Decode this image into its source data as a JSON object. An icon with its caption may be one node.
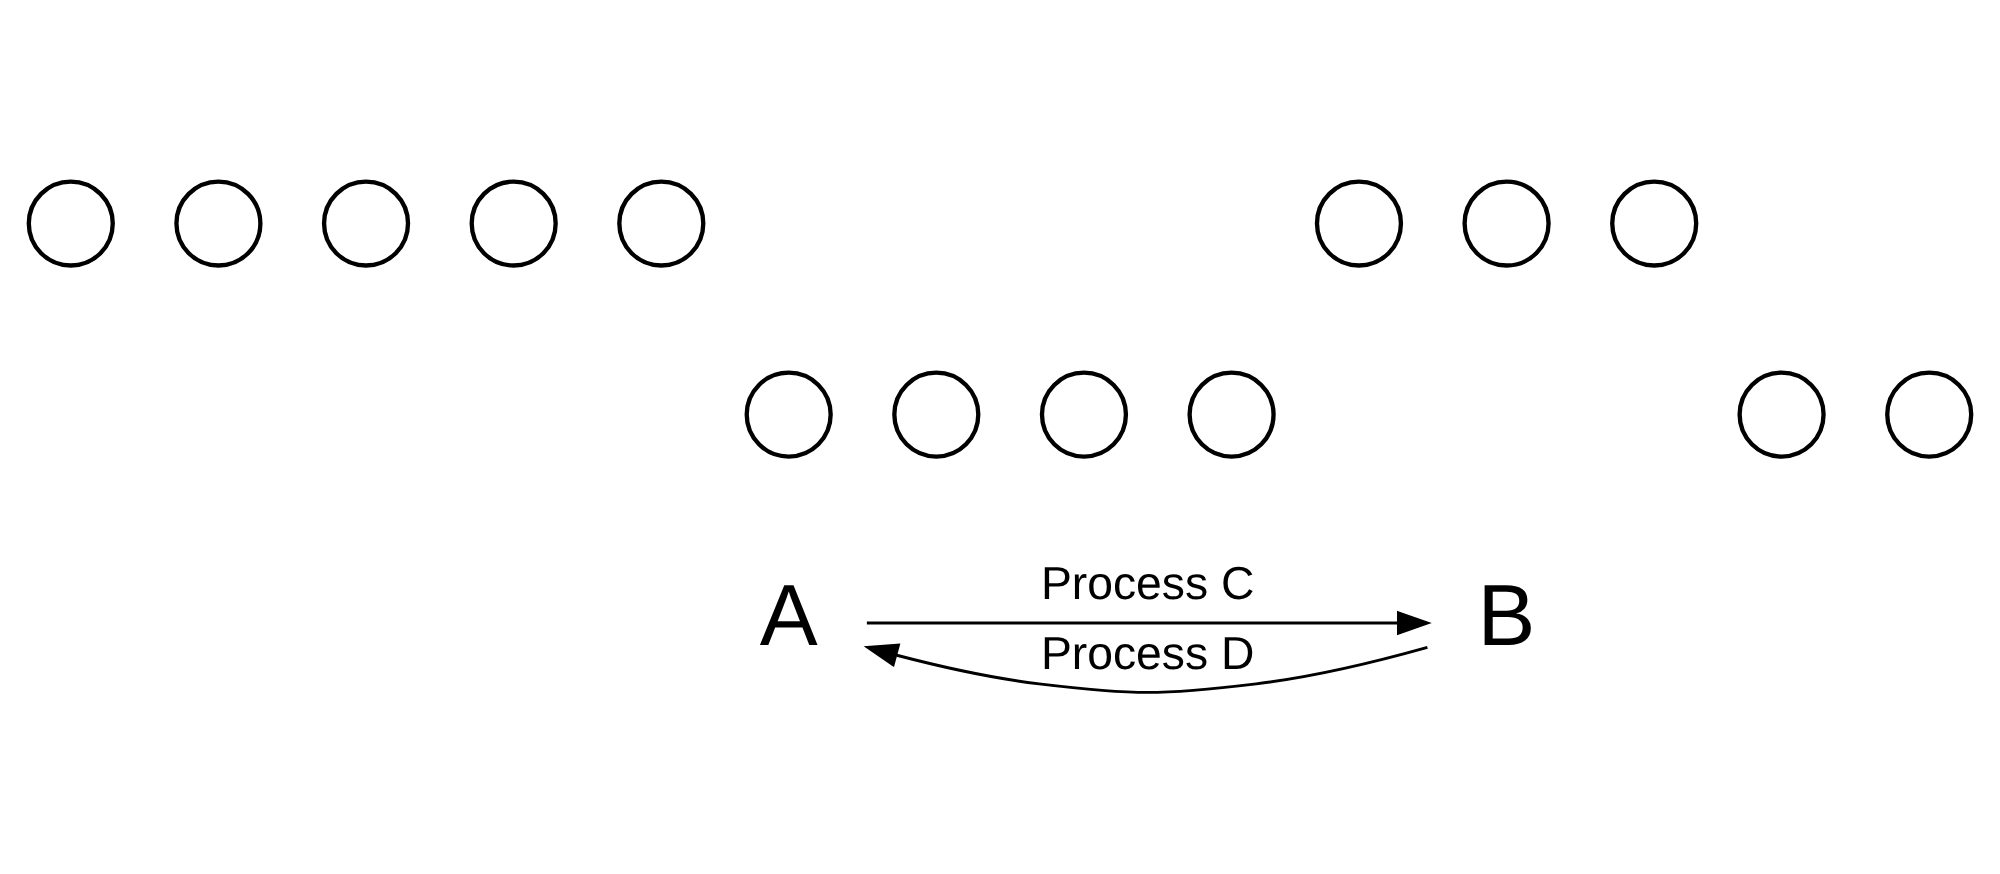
{
  "diagram": {
    "nodes": [
      {
        "text": [],
        "shape": "circle"
      },
      {
        "text": [],
        "shape": "circle"
      },
      {
        "text": [],
        "shape": "circle"
      },
      {
        "text": [],
        "shape": "circle"
      },
      {
        "text": [],
        "shape": "circle"
      },
      {
        "text": [],
        "shape": "circle"
      },
      {
        "text": [],
        "shape": "circle"
      },
      {
        "text": [],
        "shape": "circle"
      },
      {
        "text": [],
        "shape": "circle"
      },
      {
        "text": [
          "A"
        ]
      },
      {
        "text": [],
        "shape": "circle"
      },
      {
        "text": [],
        "shape": "circle"
      },
      {
        "text": [],
        "shape": "circle"
      },
      {
        "text": [],
        "shape": "circle"
      },
      {
        "text": [],
        "shape": "circle"
      },
      {
        "text": [
          "B"
        ]
      }
    ],
    "edges": [
      {
        "from": 9,
        "to": 15,
        "arrow": "to",
        "label": "Process C"
      },
      {
        "from": 15,
        "to": 9,
        "arrow": "to",
        "label": "Process D"
      }
    ]
  }
}
